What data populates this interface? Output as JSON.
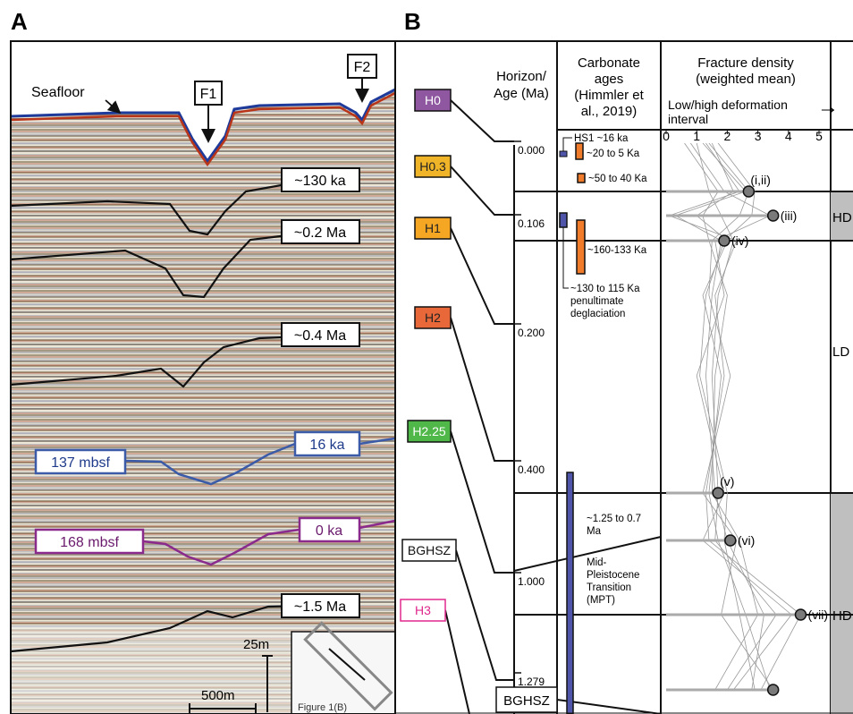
{
  "panels": {
    "a": "A",
    "b": "B"
  },
  "seismic": {
    "seafloor": "Seafloor",
    "faults": [
      "F1",
      "F2"
    ],
    "horizons": [
      {
        "label": "~130 ka",
        "color": "#111111"
      },
      {
        "label": "~0.2 Ma",
        "color": "#111111"
      },
      {
        "label": "~0.4 Ma",
        "color": "#111111"
      },
      {
        "label": "~1.5 Ma",
        "color": "#111111"
      }
    ],
    "markers": [
      {
        "left": "137 mbsf",
        "right": "16 ka",
        "color": "#3b5ba8"
      },
      {
        "left": "168 mbsf",
        "right": "0 ka",
        "color": "#8a2a8c"
      }
    ],
    "scale_vertical": "25m",
    "scale_horizontal": "500m",
    "inset_label": "Figure 1(B)"
  },
  "horizon_boxes": [
    {
      "label": "H0",
      "fill": "#8e57a0",
      "text_color": "#ffffff"
    },
    {
      "label": "H0.3",
      "fill": "#f0b429",
      "text_color": "#222222"
    },
    {
      "label": "H1",
      "fill": "#f5a623",
      "text_color": "#222222"
    },
    {
      "label": "H2",
      "fill": "#e8683a",
      "text_color": "#222222"
    },
    {
      "label": "H2.25",
      "fill": "#4fb848",
      "text_color": "#ffffff"
    },
    {
      "label": "BGHSZ",
      "fill": "#ffffff",
      "text_color": "#111111"
    },
    {
      "label": "H3",
      "fill": "#ffffff",
      "text_color": "#e0288c"
    }
  ],
  "columns": {
    "age_title": [
      "Horizon/",
      "Age (Ma)"
    ],
    "carb_title": [
      "Carbonate",
      "ages",
      "(Himmler et",
      "al., 2019)"
    ],
    "frac_title": [
      "Fracture density",
      "(weighted mean)"
    ],
    "interval_label": [
      "Low/high deformation",
      "interval"
    ]
  },
  "age_ticks": [
    "0.000",
    "0.106",
    "0.200",
    "0.400",
    "1.000",
    "1.279"
  ],
  "age_bottom": "BGHSZ",
  "carbonate_labels": [
    "HS1 ~16 ka",
    "~20 to 5 Ka",
    "~50 to 40 Ka",
    "~160-133 Ka",
    "~130 to 115 Ka",
    "penultimate",
    "deglaciation",
    "~1.25 to 0.7",
    "Ma",
    "Mid-",
    "Pleistocene",
    "Transition",
    "(MPT)"
  ],
  "fracture_axis": [
    "0",
    "1",
    "2",
    "3",
    "4",
    "5"
  ],
  "fracture_points": [
    {
      "label": "(i,ii)",
      "value": 2.7
    },
    {
      "label": "(iii)",
      "value": 3.5
    },
    {
      "label": "(iv)",
      "value": 1.9
    },
    {
      "label": "(v)",
      "value": 1.7
    },
    {
      "label": "(vi)",
      "value": 2.1
    },
    {
      "label": "(vii)",
      "value": 4.4
    },
    {
      "label": "",
      "value": 3.5
    }
  ],
  "deformation_intervals": [
    "HD",
    "LD",
    "HD"
  ],
  "arrow": "→",
  "colors": {
    "accent_orange": "#f07b2a",
    "accent_blue": "#4f55a8",
    "hd_fill": "#bfbfbf"
  }
}
